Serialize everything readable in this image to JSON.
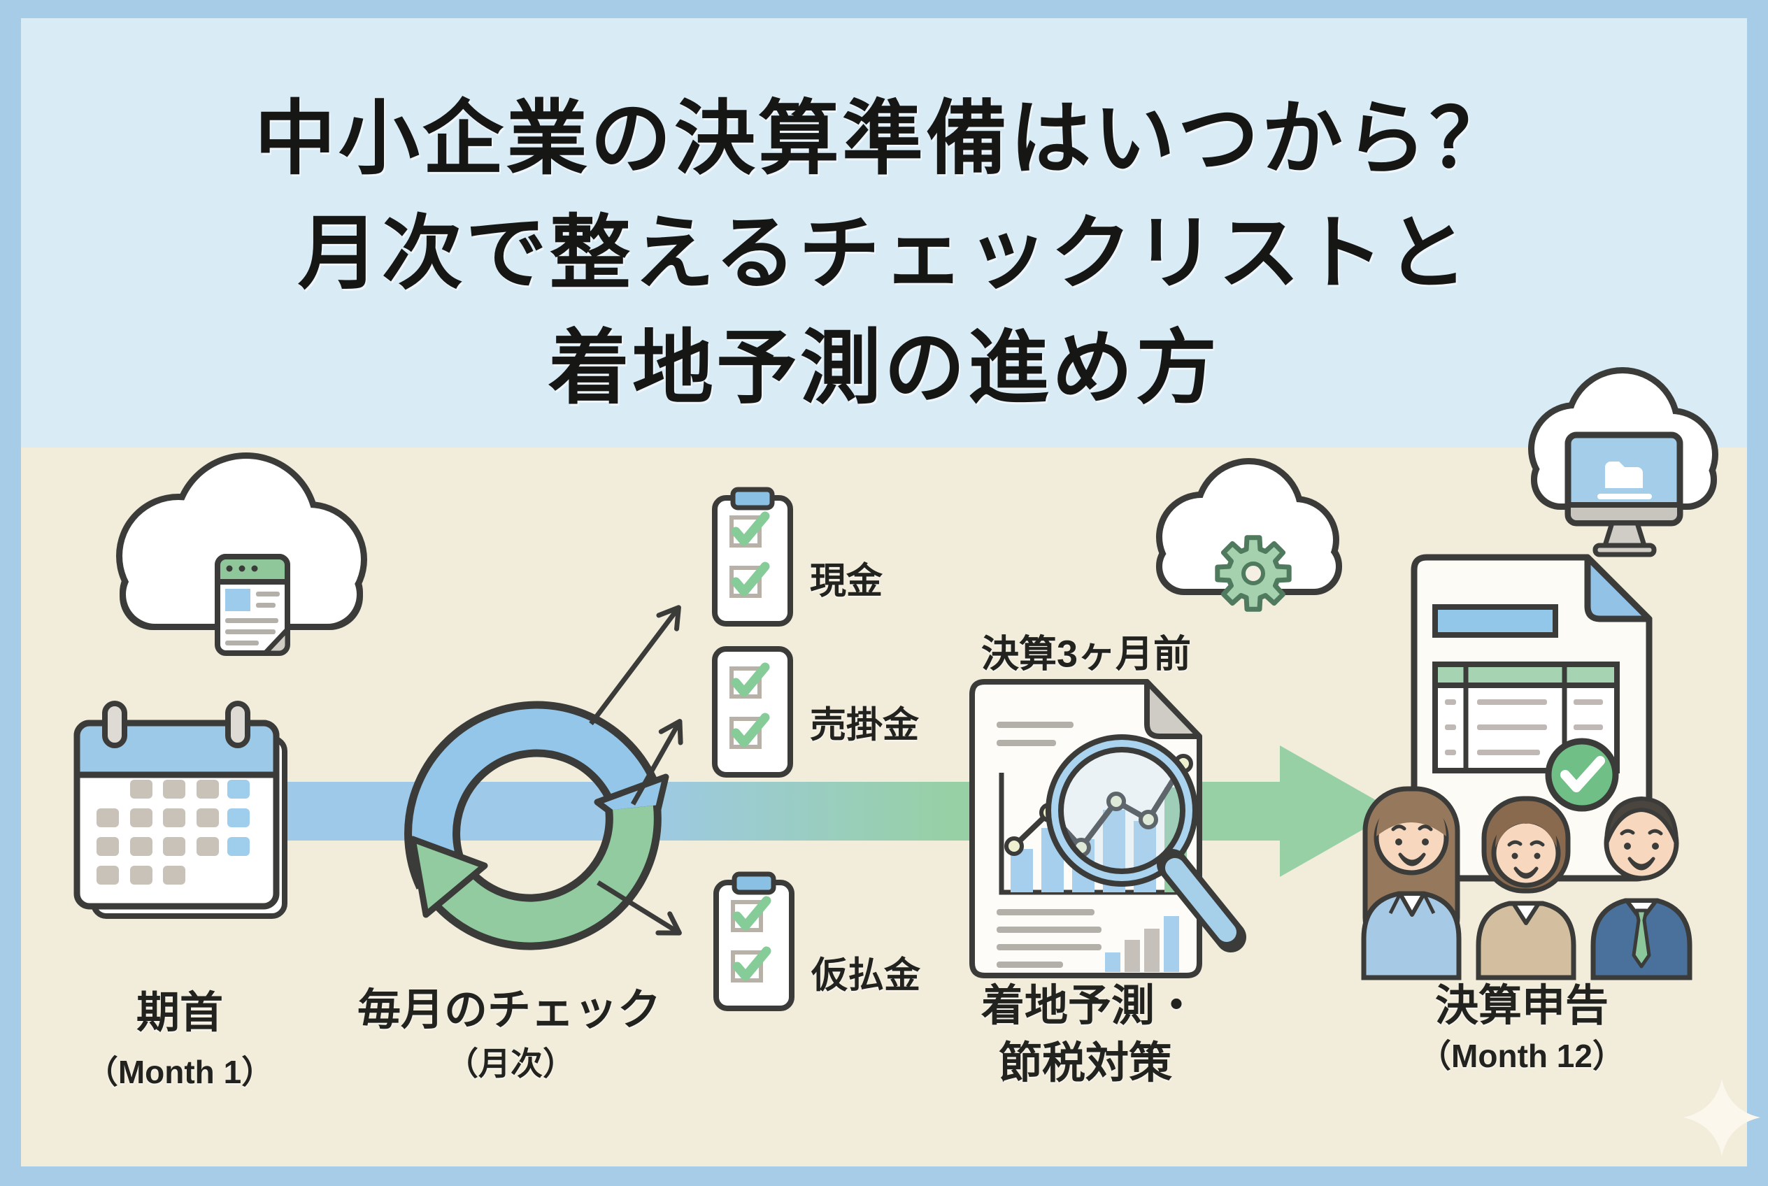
{
  "title": {
    "line1": "中小企業の決算準備はいつから？",
    "line2": "月次で整えるチェックリストと",
    "line3": "着地予測の進め方"
  },
  "stages": {
    "start": {
      "label": "期首",
      "sublabel": "（Month 1）",
      "icon": "calendar-icon"
    },
    "monthly": {
      "label": "毎月のチェック",
      "sublabel": "（月次）",
      "icon": "cycle-arrows-icon"
    },
    "forecast": {
      "annotation": "決算3ヶ月前",
      "label_line1": "着地予測・",
      "label_line2": "節税対策",
      "icon": "report-magnifier-icon"
    },
    "filing": {
      "label": "決算申告",
      "sublabel": "（Month 12）",
      "icon": "team-icon"
    }
  },
  "checklists": [
    {
      "label": "現金",
      "icon": "clipboard-check-icon"
    },
    {
      "label": "売掛金",
      "icon": "clipboard-check-icon"
    },
    {
      "label": "仮払金",
      "icon": "clipboard-check-icon"
    }
  ],
  "decorations": [
    "cloud-document-icon",
    "cloud-gear-icon",
    "cloud-computer-icon",
    "sparkle-icon"
  ],
  "colors": {
    "frame": "#a7cce8",
    "title_panel": "#d9ecf6",
    "body": "#f2ecdb",
    "band_blue": "#9ec9e8",
    "band_green": "#97d0a5",
    "outline": "#3b3b39",
    "check_green": "#86cc98",
    "clip_blue": "#8ac0e4",
    "status_check_circle": "#6fbf86"
  }
}
